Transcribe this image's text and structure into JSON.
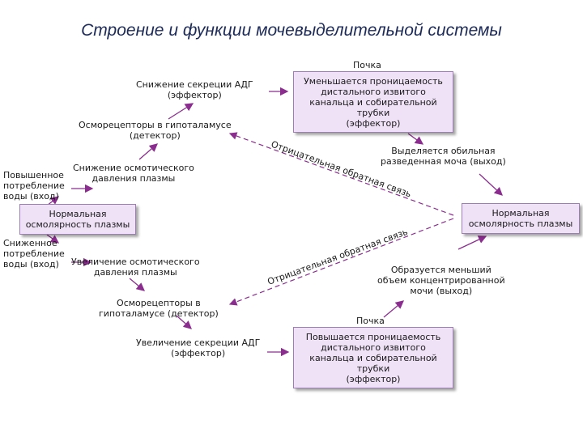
{
  "title": "Строение и функции мочевыделительной системы",
  "top": {
    "kidney_label": "Почка",
    "kidney_box": "Уменьшается проницаемость\nдистального извитого\nканальца и собирательной\nтрубки\n(эффектор)",
    "adh": "Снижение секреции АДГ\n(эффектор)",
    "osmoreceptors": "Осморецепторы в гипоталамусе\n(детектор)",
    "pressure": "Снижение осмотического\nдавления плазмы",
    "intake": "Повышенное\nпотребление\nводы (вход)",
    "output": "Выделяется обильная\nразведенная моча (выход)",
    "feedback": "Отрицательная обратная связь"
  },
  "left_box": "Нормальная\nосмолярность плазмы",
  "right_box": "Нормальная\nосмолярность плазмы",
  "bottom": {
    "intake": "Сниженное\nпотребление\nводы (вход)",
    "pressure": "Увеличение осмотического\nдавления плазмы",
    "osmoreceptors": "Осморецепторы в\nгипоталамусе (детектор)",
    "adh": "Увеличение секреции АДГ\n(эффектор)",
    "kidney_label": "Почка",
    "kidney_box": "Повышается проницаемость\nдистального извитого\nканальца и собирательной\nтрубки\n(эффектор)",
    "output": "Образуется меньший\nобъем концентрированной\nмочи (выход)",
    "feedback": "Отрицательная обратная связь"
  },
  "colors": {
    "arrow": "#8b2d8f",
    "box_fill": "#efe2f7",
    "title": "#1c2a57"
  }
}
